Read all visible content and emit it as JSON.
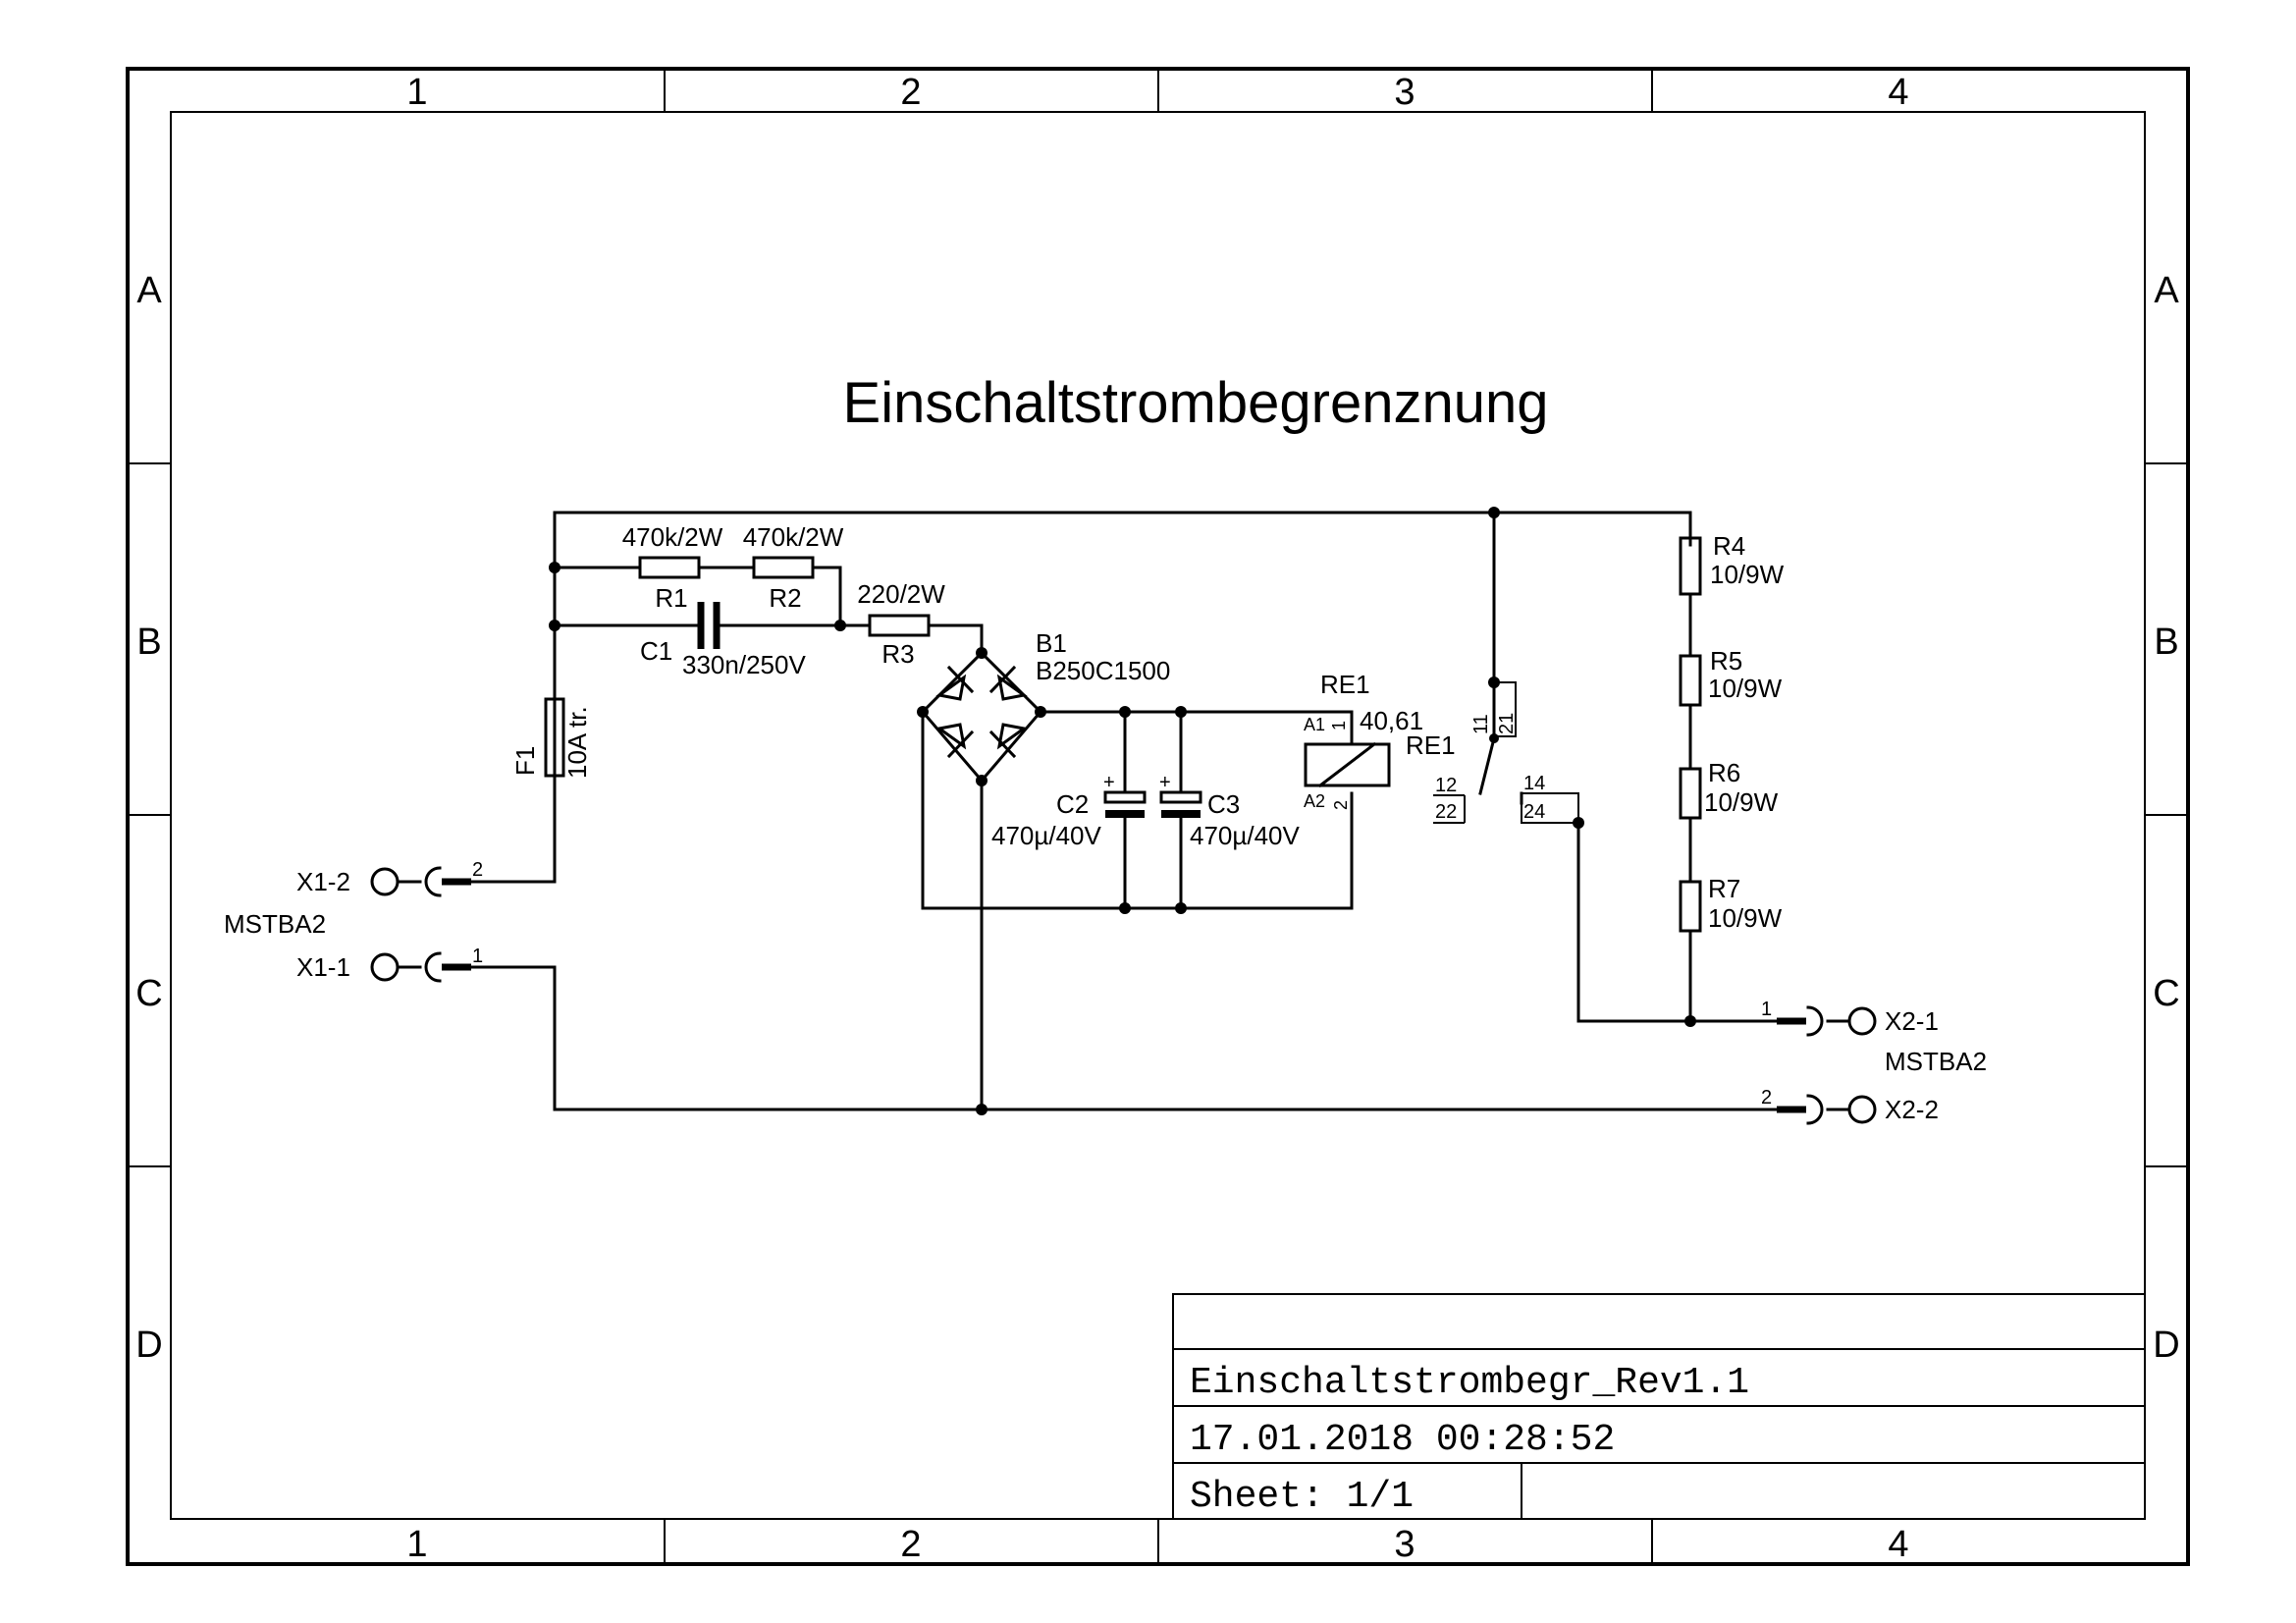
{
  "title": "Einschaltstrombegrenznung",
  "frame": {
    "columns": [
      "1",
      "2",
      "3",
      "4"
    ],
    "rows": [
      "A",
      "B",
      "C",
      "D"
    ]
  },
  "title_block": {
    "filename": "Einschaltstrombegr_Rev1.1",
    "datetime": "17.01.2018 00:28:52",
    "sheet": "Sheet: 1/1"
  },
  "components": {
    "R1": {
      "ref": "R1",
      "value": "470k/2W"
    },
    "R2": {
      "ref": "R2",
      "value": "470k/2W"
    },
    "R3": {
      "ref": "R3",
      "value": "220/2W"
    },
    "C1": {
      "ref": "C1",
      "value": "330n/250V"
    },
    "C2": {
      "ref": "C2",
      "value": "470µ/40V",
      "plus": "+"
    },
    "C3": {
      "ref": "C3",
      "value": "470µ/40V",
      "plus": "+"
    },
    "B1": {
      "ref": "B1",
      "value": "B250C1500"
    },
    "F1": {
      "ref": "F1",
      "value": "10A tr."
    },
    "RE1_coil": {
      "ref": "RE1",
      "value": "40,61",
      "pin_a1": "A1",
      "pin_a2": "A2",
      "num1": "1",
      "num2": "2"
    },
    "RE1_contact": {
      "ref": "RE1",
      "pin11": "11",
      "pin21": "21",
      "pin12": "12",
      "pin22": "22",
      "pin14": "14",
      "pin24": "24"
    },
    "R4": {
      "ref": "R4",
      "value": "10/9W"
    },
    "R5": {
      "ref": "R5",
      "value": "10/9W"
    },
    "R6": {
      "ref": "R6",
      "value": "10/9W"
    },
    "R7": {
      "ref": "R7",
      "value": "10/9W"
    },
    "X1_2": {
      "ref": "X1-2",
      "pin": "2"
    },
    "X1_1": {
      "ref": "X1-1",
      "pin": "1"
    },
    "X1_type": "MSTBA2",
    "X2_1": {
      "ref": "X2-1",
      "pin": "1"
    },
    "X2_2": {
      "ref": "X2-2",
      "pin": "2"
    },
    "X2_type": "MSTBA2"
  }
}
